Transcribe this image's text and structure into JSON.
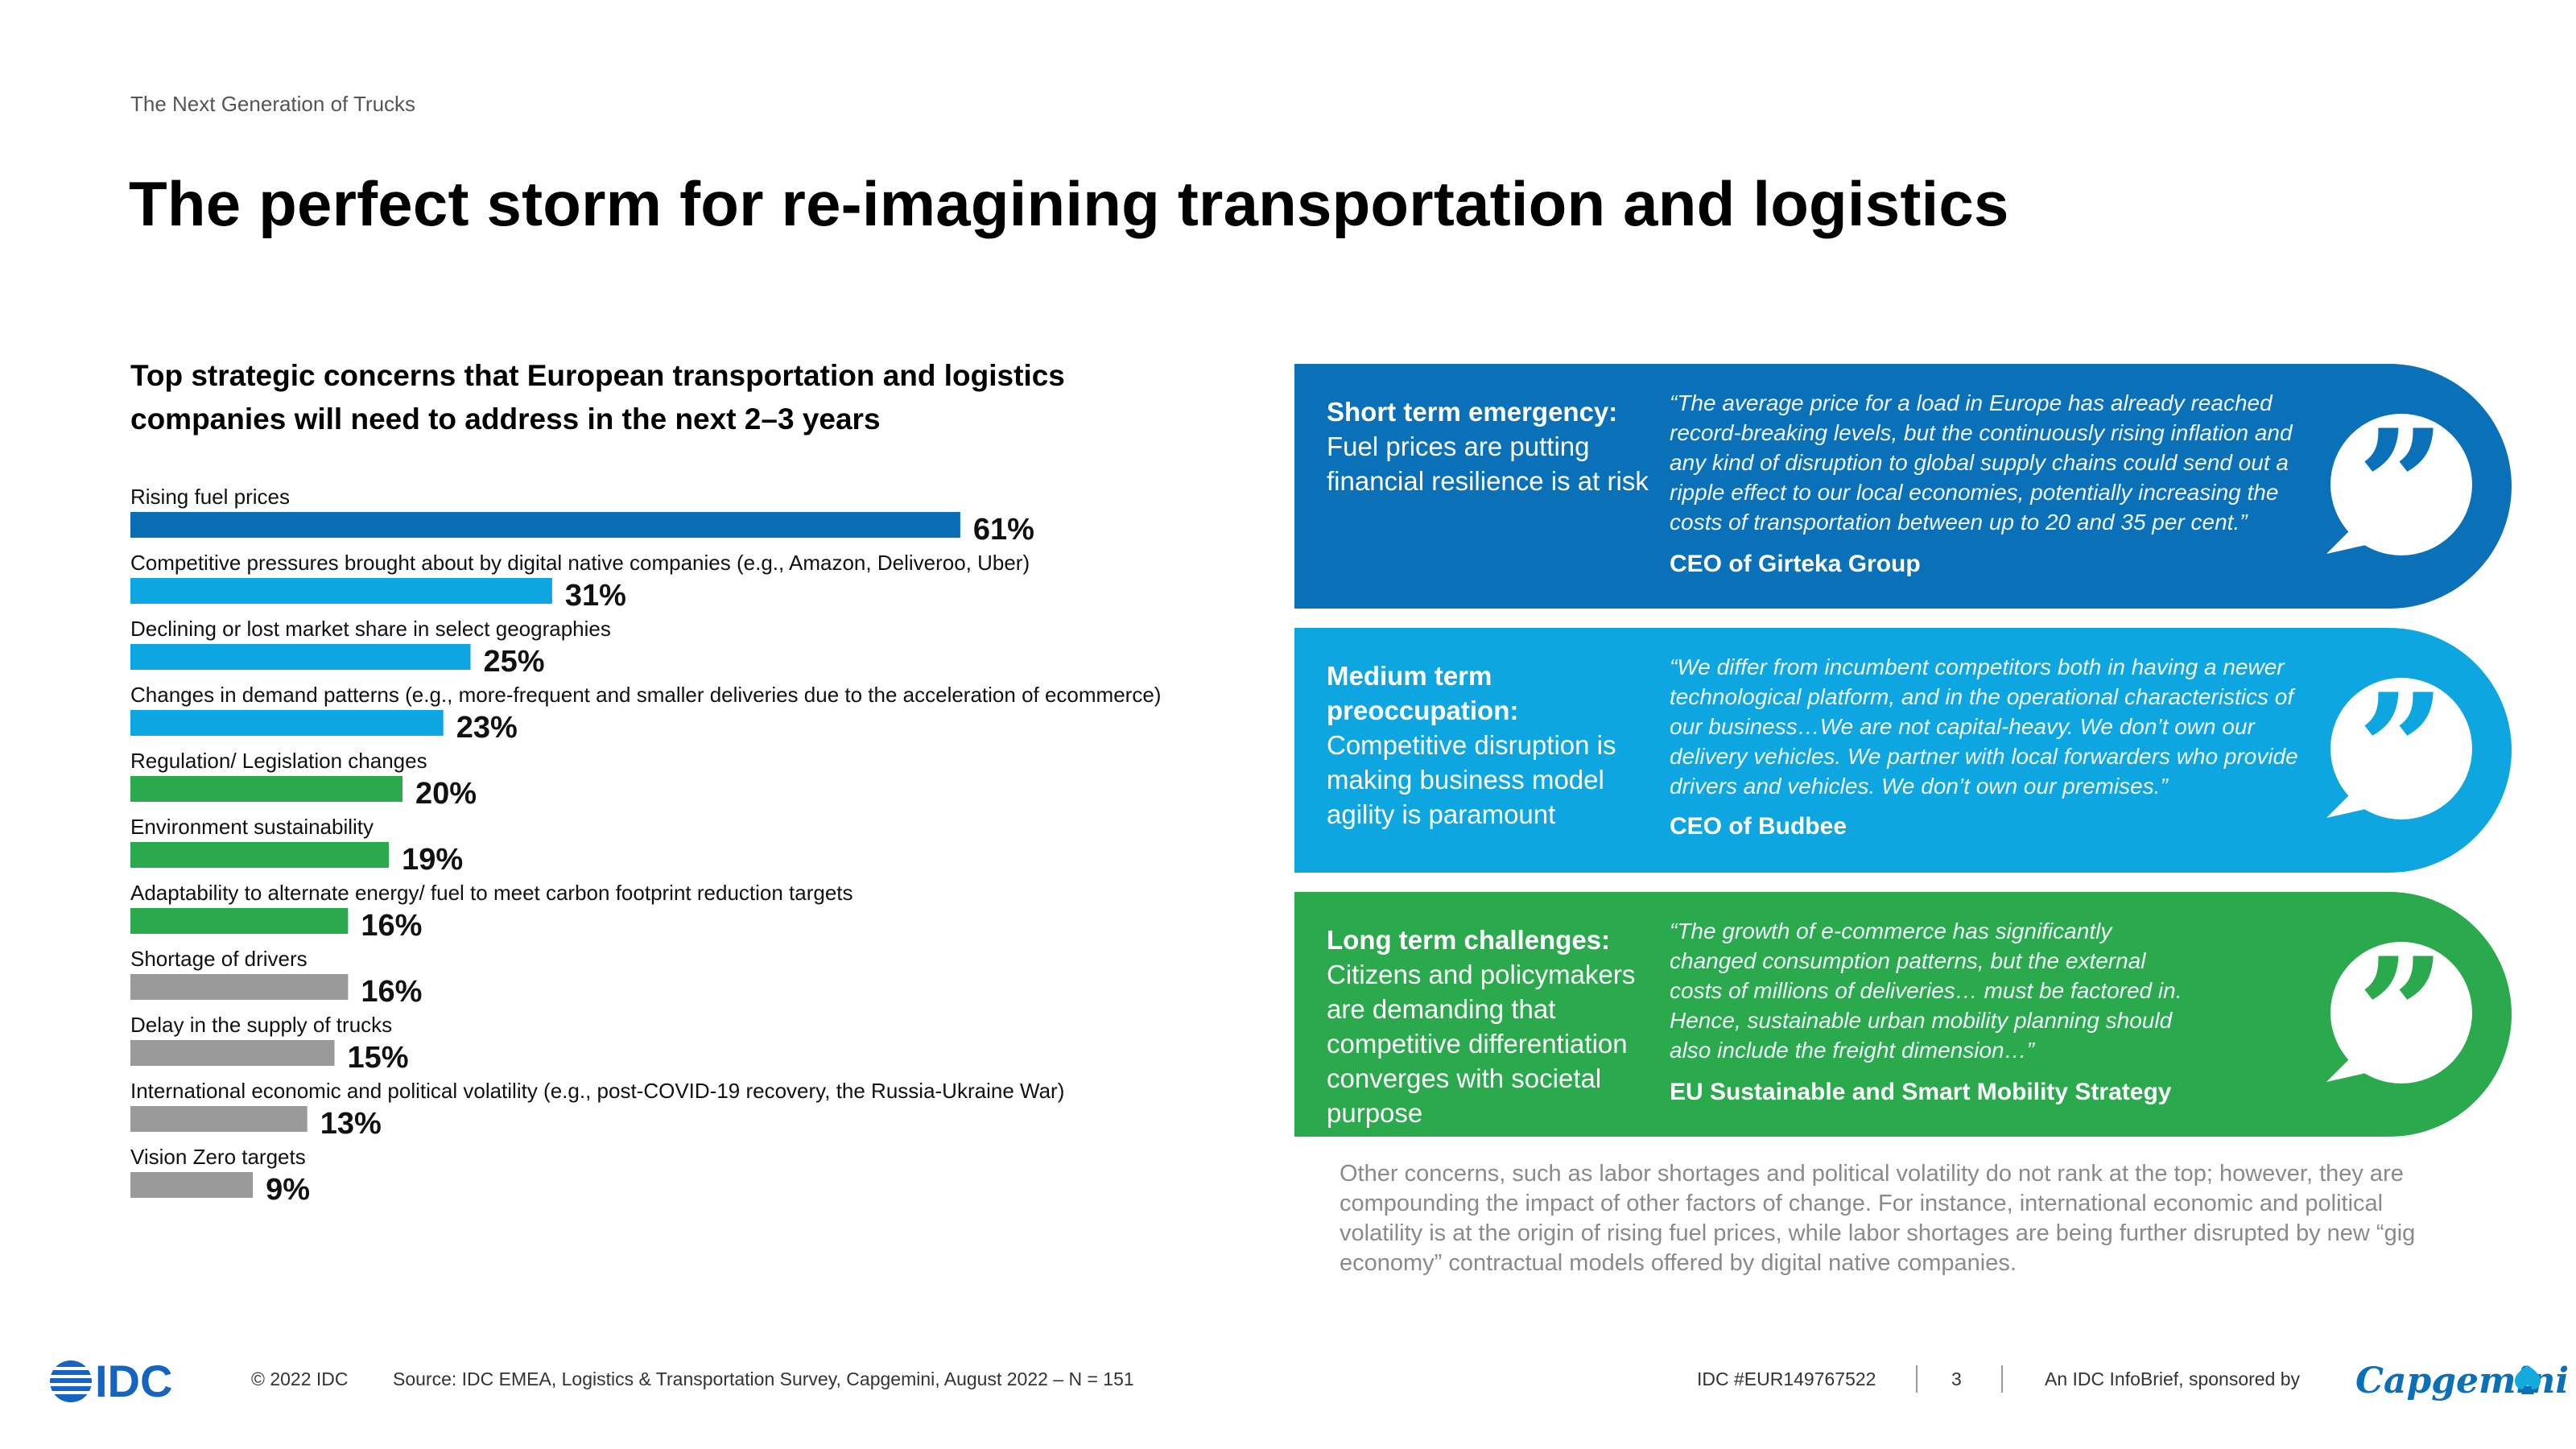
{
  "header": {
    "subheader": "The Next Generation of Trucks",
    "title": "The perfect storm for re-imagining transportation and logistics"
  },
  "chart_heading": "Top strategic concerns that European transportation and logistics companies will need to address in the next 2–3 years",
  "chart_data": {
    "type": "bar",
    "orientation": "horizontal",
    "title": "Top strategic concerns that European transportation and logistics companies will need to address in the next 2–3 years",
    "xlim": [
      0,
      100
    ],
    "grid": false,
    "categories": [
      "Rising fuel prices",
      "Competitive pressures brought about by digital native companies (e.g., Amazon, Deliveroo, Uber)",
      "Declining or lost market share in select geographies",
      "Changes in demand patterns (e.g., more-frequent and smaller deliveries due to the acceleration of ecommerce)",
      "Regulation/ Legislation changes",
      "Environment sustainability",
      "Adaptability to alternate energy/ fuel to meet carbon footprint reduction targets",
      "Shortage of drivers",
      "Delay in the supply of trucks",
      "International economic and political volatility (e.g., post-COVID-19 recovery, the Russia-Ukraine War)",
      "Vision Zero targets"
    ],
    "values": [
      61,
      31,
      25,
      23,
      20,
      19,
      16,
      16,
      15,
      13,
      9
    ],
    "value_labels": [
      "61%",
      "31%",
      "25%",
      "23%",
      "20%",
      "19%",
      "16%",
      "16%",
      "15%",
      "13%",
      "9%"
    ],
    "bar_colors": [
      "#0a6eb4",
      "#0ea6e0",
      "#0ea6e0",
      "#0ea6e0",
      "#2aaa4c",
      "#2aaa4c",
      "#2aaa4c",
      "#9a9a9a",
      "#9a9a9a",
      "#9a9a9a",
      "#9a9a9a"
    ]
  },
  "cards": [
    {
      "head_bold": "Short term emergency:",
      "head_text": "Fuel prices are putting financial resilience is at risk",
      "quote": "“The average price for a load in Europe has already reached record-breaking levels, but the continuously rising inflation and any kind of disruption to global supply chains could send out a ripple effect to our local economies, potentially increasing the costs of transportation between up to 20 and 35 per cent.”",
      "source": "CEO of Girteka Group",
      "color": "#0a70b8"
    },
    {
      "head_bold": "Medium term preoccupation:",
      "head_text": "Competitive disruption is making business model agility is paramount",
      "quote": "“We differ from incumbent competitors both in having a newer technological platform, and in the operational characteristics of our business…We are not capital-heavy. We don’t own our delivery vehicles. We partner with local forwarders who provide drivers and vehicles. We don’t own our premises.”",
      "source": "CEO of Budbee",
      "color": "#0ea6e0"
    },
    {
      "head_bold": "Long term challenges:",
      "head_text": "Citizens and policymakers are demanding that competitive differentiation converges with societal purpose",
      "quote": "“The growth of e-commerce has significantly changed consumption patterns, but the external costs of millions of deliveries… must be factored in. Hence, sustainable urban mobility planning should also include the freight dimension…”",
      "source": "EU Sustainable and Smart Mobility Strategy",
      "color": "#2aaa4c"
    }
  ],
  "note": "Other concerns, such as labor shortages and political volatility do not rank at the top; however, they are compounding the impact of other factors of change. For instance, international economic and political volatility is at the origin of rising fuel prices, while labor shortages are being further disrupted by new “gig economy” contractual models offered by digital native companies.",
  "footer": {
    "idc_logo": "IDC",
    "copyright": "© 2022 IDC",
    "source": "Source: IDC EMEA, Logistics & Transportation Survey, Capgemini, August 2022 – N = 151",
    "doc_id": "IDC #EUR149767522",
    "page_number": "3",
    "sponsor_text": "An IDC InfoBrief, sponsored by",
    "sponsor_logo": "Capgemini"
  },
  "icons": {
    "quote_bubble": "quote-bubble-icon",
    "idc_logo": "idc-globe-icon",
    "sponsor_logo": "capgemini-spade-icon"
  }
}
